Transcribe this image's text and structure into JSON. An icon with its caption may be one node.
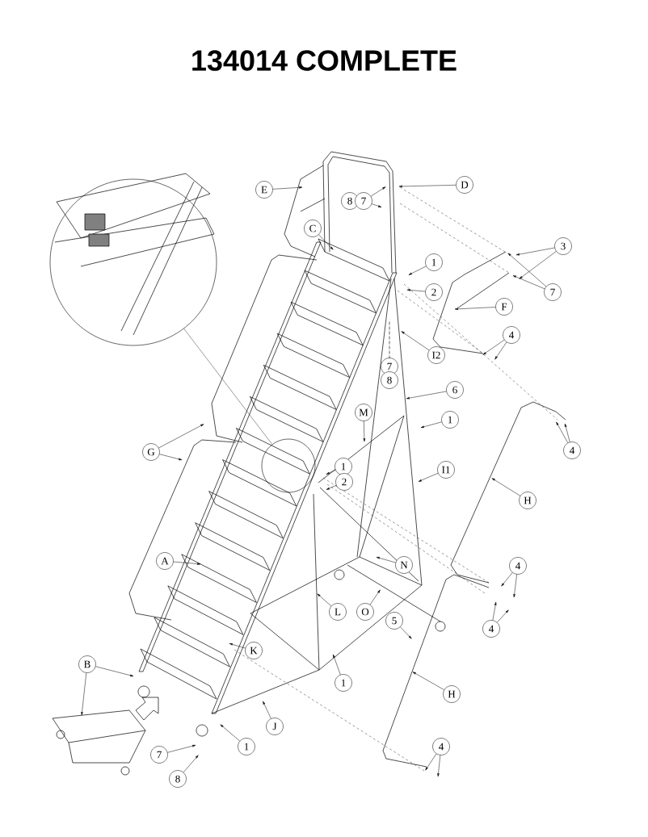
{
  "diagram": {
    "title": "134014 COMPLETE",
    "nodes": [
      {
        "text": [
          "E"
        ]
      },
      {
        "text": [
          "D"
        ]
      },
      {
        "text": [
          "8"
        ]
      },
      {
        "text": [
          "7"
        ]
      },
      {
        "text": [
          "C"
        ]
      },
      {
        "text": [
          "1"
        ]
      },
      {
        "text": [
          "2"
        ]
      },
      {
        "text": [
          "3"
        ]
      },
      {
        "text": [
          "7"
        ]
      },
      {
        "text": [
          "F"
        ]
      },
      {
        "text": [
          "4"
        ]
      },
      {
        "text": [
          "I2"
        ]
      },
      {
        "text": [
          "7"
        ]
      },
      {
        "text": [
          "8"
        ]
      },
      {
        "text": [
          "6"
        ]
      },
      {
        "text": [
          "M"
        ]
      },
      {
        "text": [
          "1"
        ]
      },
      {
        "text": [
          "G"
        ]
      },
      {
        "text": [
          "1"
        ]
      },
      {
        "text": [
          "2"
        ]
      },
      {
        "text": [
          "I1"
        ]
      },
      {
        "text": [
          "4"
        ]
      },
      {
        "text": [
          "H"
        ]
      },
      {
        "text": [
          "N"
        ]
      },
      {
        "text": [
          "4"
        ]
      },
      {
        "text": [
          "L"
        ]
      },
      {
        "text": [
          "O"
        ]
      },
      {
        "text": [
          "5"
        ]
      },
      {
        "text": [
          "4"
        ]
      },
      {
        "text": [
          "A"
        ]
      },
      {
        "text": [
          "K"
        ]
      },
      {
        "text": [
          "B"
        ]
      },
      {
        "text": [
          "1"
        ]
      },
      {
        "text": [
          "H"
        ]
      },
      {
        "text": [
          "J"
        ]
      },
      {
        "text": [
          "1"
        ]
      },
      {
        "text": [
          "7"
        ]
      },
      {
        "text": [
          "4"
        ]
      },
      {
        "text": [
          "8"
        ]
      },
      {
        "text": [],
        "shape": "circle"
      },
      {
        "text": [],
        "shape": "circle"
      }
    ],
    "edges": [
      {
        "from": 0,
        "to": null,
        "arrow": "to"
      },
      {
        "from": 1,
        "to": null,
        "arrow": "to"
      },
      {
        "from": 3,
        "to": null,
        "arrow": "to"
      },
      {
        "from": 3,
        "to": null,
        "arrow": "to"
      },
      {
        "from": 4,
        "to": null,
        "arrow": "to"
      },
      {
        "from": 5,
        "to": null,
        "arrow": "to"
      },
      {
        "from": 6,
        "to": null,
        "arrow": "to"
      },
      {
        "from": 7,
        "to": null,
        "arrow": "to"
      },
      {
        "from": 7,
        "to": null,
        "arrow": "to"
      },
      {
        "from": 8,
        "to": null,
        "arrow": "to"
      },
      {
        "from": 8,
        "to": null,
        "arrow": "to"
      },
      {
        "from": 9,
        "to": null,
        "arrow": "to"
      },
      {
        "from": 10,
        "to": null,
        "arrow": "to"
      },
      {
        "from": 10,
        "to": null,
        "arrow": "to"
      },
      {
        "from": 11,
        "to": null,
        "arrow": "to"
      },
      {
        "from": 12,
        "to": null,
        "arrow": "none",
        "style": "dashed"
      },
      {
        "from": 14,
        "to": null,
        "arrow": "to"
      },
      {
        "from": 15,
        "to": null,
        "arrow": "to"
      },
      {
        "from": 16,
        "to": null,
        "arrow": "to"
      },
      {
        "from": 17,
        "to": null,
        "arrow": "to"
      },
      {
        "from": 17,
        "to": null,
        "arrow": "to"
      },
      {
        "from": 18,
        "to": null,
        "arrow": "to"
      },
      {
        "from": 19,
        "to": null,
        "arrow": "to"
      },
      {
        "from": 20,
        "to": null,
        "arrow": "to"
      },
      {
        "from": 21,
        "to": null,
        "arrow": "to"
      },
      {
        "from": 21,
        "to": null,
        "arrow": "to"
      },
      {
        "from": 22,
        "to": null,
        "arrow": "to"
      },
      {
        "from": 23,
        "to": null,
        "arrow": "to"
      },
      {
        "from": 24,
        "to": null,
        "arrow": "to"
      },
      {
        "from": 24,
        "to": null,
        "arrow": "to"
      },
      {
        "from": 25,
        "to": null,
        "arrow": "to"
      },
      {
        "from": 26,
        "to": null,
        "arrow": "to"
      },
      {
        "from": 27,
        "to": null,
        "arrow": "to"
      },
      {
        "from": 28,
        "to": null,
        "arrow": "to"
      },
      {
        "from": 28,
        "to": null,
        "arrow": "to"
      },
      {
        "from": 29,
        "to": null,
        "arrow": "to"
      },
      {
        "from": 30,
        "to": null,
        "arrow": "to"
      },
      {
        "from": 31,
        "to": null,
        "arrow": "to"
      },
      {
        "from": 31,
        "to": null,
        "arrow": "to"
      },
      {
        "from": 32,
        "to": null,
        "arrow": "to"
      },
      {
        "from": 33,
        "to": null,
        "arrow": "to"
      },
      {
        "from": 34,
        "to": null,
        "arrow": "to"
      },
      {
        "from": 35,
        "to": null,
        "arrow": "to"
      },
      {
        "from": 36,
        "to": null,
        "arrow": "to"
      },
      {
        "from": 37,
        "to": null,
        "arrow": "to"
      },
      {
        "from": 37,
        "to": null,
        "arrow": "to"
      },
      {
        "from": 38,
        "to": null,
        "arrow": "to"
      },
      {
        "from": 39,
        "to": 40,
        "arrow": "none"
      }
    ]
  }
}
